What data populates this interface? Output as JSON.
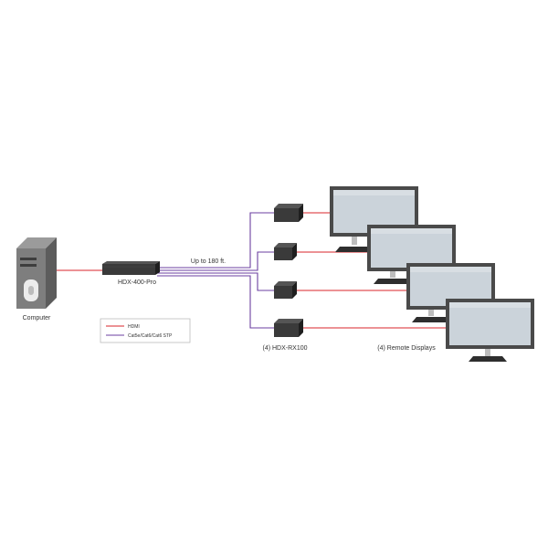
{
  "labels": {
    "computer": "Computer",
    "transmitter": "HDX-400-Pro",
    "distance": "Up to 180 ft.",
    "receivers": "(4) HDX-RX100",
    "displays": "(4) Remote Displays"
  },
  "legend": {
    "hdmi": "HDMI",
    "cat": "Cat5e/Cat6/Cat6 STP"
  },
  "colors": {
    "hdmi": "#d9262b",
    "cat": "#6b3fa0"
  }
}
